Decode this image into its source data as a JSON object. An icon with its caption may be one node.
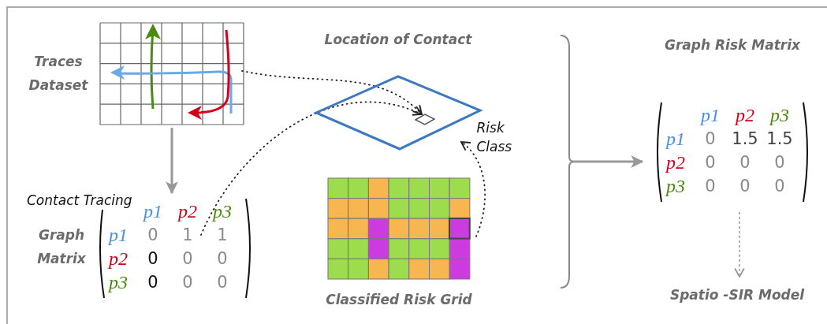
{
  "diagram": {
    "nodes": [
      {
        "text": [
          "Traces Dataset"
        ]
      },
      {
        "text": [
          "Graph Matrix"
        ]
      },
      {
        "text": [
          "Location of Contact"
        ]
      },
      {
        "text": [
          "Classified Risk Grid"
        ]
      },
      {
        "text": [
          "Graph Risk Matrix"
        ]
      },
      {
        "text": [
          "Spatio -SIR Model"
        ]
      }
    ],
    "edges": [
      {
        "from": 0,
        "to": 1,
        "arrow": "to",
        "label": "Contact Tracing",
        "color": "#999999"
      },
      {
        "from": 0,
        "to": 2,
        "arrow": "to",
        "style": "dashed",
        "color": "#222222"
      },
      {
        "from": 1,
        "to": 2,
        "arrow": "to",
        "style": "dashed",
        "color": "#222222"
      },
      {
        "from": 3,
        "to": 2,
        "arrow": "to",
        "style": "dashed",
        "label": "Risk Class",
        "color": "#222222"
      },
      {
        "from": null,
        "to": 4,
        "arrow": "to",
        "color": "#999999"
      },
      {
        "from": 4,
        "to": 5,
        "arrow": "to",
        "style": "dashed",
        "color": "#999999"
      }
    ],
    "labels": [
      "p1",
      "p2",
      "p3",
      "p1",
      "0",
      "1",
      "1",
      "p2",
      "0",
      "0",
      "0",
      "p3",
      "0",
      "0",
      "0",
      "p1",
      "p2",
      "p3",
      "p1",
      "0",
      "1.5",
      "1.5",
      "p2",
      "0",
      "0",
      "0",
      "p3",
      "0",
      "0",
      "0"
    ]
  }
}
